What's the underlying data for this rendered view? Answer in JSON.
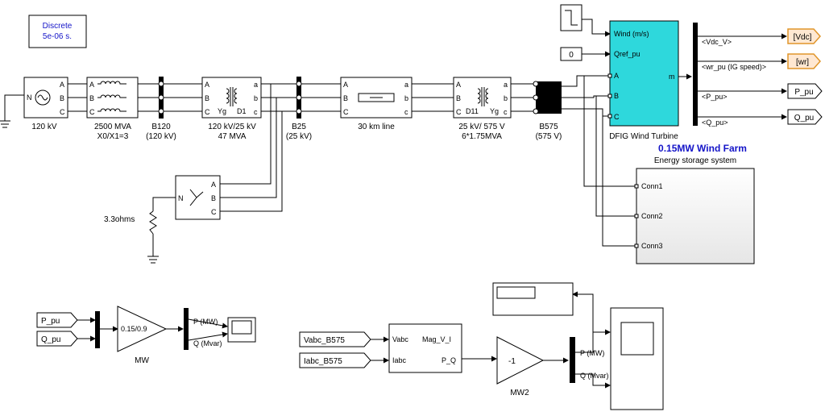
{
  "colors": {
    "wire": "#000000",
    "turbine_fill": "#2ed8dc",
    "goto_fill": "#ffe8d2",
    "goto_stroke": "#e0952a",
    "label_blue": "#1414c8"
  },
  "powergui": {
    "line1": "Discrete",
    "line2": "5e-06 s."
  },
  "source": {
    "label": "120 kV",
    "port_a": "A",
    "port_b": "B",
    "port_c": "C",
    "sym": "N"
  },
  "transformer_main": {
    "line1": "2500 MVA",
    "line2": "X0/X1=3",
    "port_a": "A",
    "port_b": "B",
    "port_c": "C"
  },
  "bus_b120": {
    "line1": "B120",
    "line2": "(120 kV)"
  },
  "transformer_120_25": {
    "line1": "120 kV/25 kV",
    "line2": "47 MVA",
    "in_a": "A",
    "in_b": "B",
    "in_c": "C",
    "out_a": "a",
    "out_b": "b",
    "out_c": "c",
    "w1": "Yg",
    "w2": "D1"
  },
  "bus_b25": {
    "line1": "B25",
    "line2": "(25 kV)"
  },
  "line_30km": {
    "label": "30 km line",
    "in_a": "A",
    "in_b": "B",
    "in_c": "C",
    "out_a": "a",
    "out_b": "b",
    "out_c": "c"
  },
  "transformer_25_575": {
    "line1": "25 kV/ 575 V",
    "line2": "6*1.75MVA",
    "in_a": "A",
    "in_b": "B",
    "in_c": "C",
    "out_a": "a",
    "out_b": "b",
    "out_c": "c",
    "w1": "D11",
    "w2": "Yg"
  },
  "bus_b575": {
    "line1": "B575",
    "line2": "(575 V)"
  },
  "grounding": {
    "label": "3.3ohms",
    "port_a": "A",
    "port_b": "B",
    "port_c": "C",
    "sym": "N"
  },
  "step_block": {},
  "constant_block": {
    "value": "0"
  },
  "turbine": {
    "label": "DFIG Wind Turbine",
    "in_wind": "Wind (m/s)",
    "in_qref": "Qref_pu",
    "port_a": "A",
    "port_b": "B",
    "port_c": "C",
    "out_m": "m"
  },
  "farm_title": "0.15MW Wind Farm",
  "signals": {
    "vdc": "<Vdc_V>",
    "wr": "<wr_pu (IG speed)>",
    "p": "<P_pu>",
    "q": "<Q_pu>"
  },
  "gotos": {
    "vdc": "[Vdc]",
    "wr": "[wr]",
    "p": "P_pu",
    "q": "Q_pu"
  },
  "ess": {
    "title": "Energy storage system",
    "conn1": "Conn1",
    "conn2": "Conn2",
    "conn3": "Conn3"
  },
  "meas1": {
    "from_p": "P_pu",
    "from_q": "Q_pu",
    "gain": "0.15/0.9",
    "gain_label": "MW",
    "demux_p": "P (MW)",
    "demux_q": "Q (Mvar)"
  },
  "meas2": {
    "from_v": "Vabc_B575",
    "from_i": "Iabc_B575",
    "in_v": "Vabc",
    "in_i": "Iabc",
    "out_mag": "Mag_V_I",
    "out_pq": "P_Q",
    "gain": "-1",
    "gain_label": "MW2",
    "demux_p": "P (MW)",
    "demux_q": "Q (Mvar)"
  }
}
